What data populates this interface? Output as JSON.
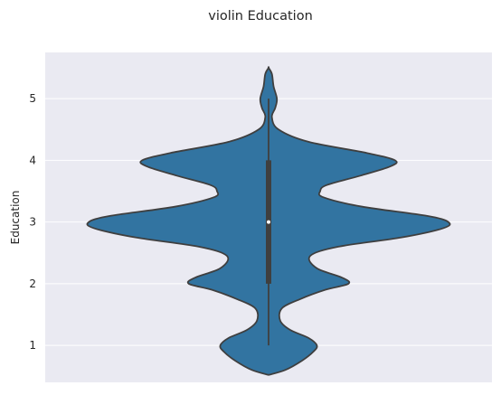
{
  "chart_data": {
    "type": "violin",
    "title": "violin Education",
    "xlabel": "",
    "ylabel": "Education",
    "ylim": [
      0.4,
      5.75
    ],
    "yticks": [
      "1",
      "2",
      "3",
      "4",
      "5"
    ],
    "grid": true,
    "legend": "none",
    "violin_color": "#3274a1",
    "edge_color": "#3f3f3f",
    "background_color": "#eaeaf2",
    "density_profile": [
      {
        "y": 0.52,
        "width": 0.0
      },
      {
        "y": 0.6,
        "width": 0.1
      },
      {
        "y": 0.75,
        "width": 0.2
      },
      {
        "y": 0.9,
        "width": 0.27
      },
      {
        "y": 1.0,
        "width": 0.29
      },
      {
        "y": 1.12,
        "width": 0.24
      },
      {
        "y": 1.25,
        "width": 0.13
      },
      {
        "y": 1.4,
        "width": 0.07
      },
      {
        "y": 1.6,
        "width": 0.08
      },
      {
        "y": 1.75,
        "width": 0.19
      },
      {
        "y": 1.9,
        "width": 0.34
      },
      {
        "y": 2.0,
        "width": 0.48
      },
      {
        "y": 2.1,
        "width": 0.44
      },
      {
        "y": 2.25,
        "width": 0.29
      },
      {
        "y": 2.45,
        "width": 0.25
      },
      {
        "y": 2.6,
        "width": 0.42
      },
      {
        "y": 2.75,
        "width": 0.8
      },
      {
        "y": 2.9,
        "width": 1.05
      },
      {
        "y": 3.0,
        "width": 1.08
      },
      {
        "y": 3.1,
        "width": 0.95
      },
      {
        "y": 3.25,
        "width": 0.56
      },
      {
        "y": 3.4,
        "width": 0.33
      },
      {
        "y": 3.5,
        "width": 0.31
      },
      {
        "y": 3.6,
        "width": 0.35
      },
      {
        "y": 3.75,
        "width": 0.55
      },
      {
        "y": 3.9,
        "width": 0.73
      },
      {
        "y": 4.0,
        "width": 0.76
      },
      {
        "y": 4.12,
        "width": 0.59
      },
      {
        "y": 4.3,
        "width": 0.24
      },
      {
        "y": 4.5,
        "width": 0.06
      },
      {
        "y": 4.7,
        "width": 0.02
      },
      {
        "y": 4.85,
        "width": 0.04
      },
      {
        "y": 5.0,
        "width": 0.05
      },
      {
        "y": 5.2,
        "width": 0.03
      },
      {
        "y": 5.4,
        "width": 0.02
      },
      {
        "y": 5.5,
        "width": 0.0
      }
    ],
    "box": {
      "whisker_low": 1,
      "q1": 2,
      "median": 3,
      "q3": 4,
      "whisker_high": 5
    }
  }
}
